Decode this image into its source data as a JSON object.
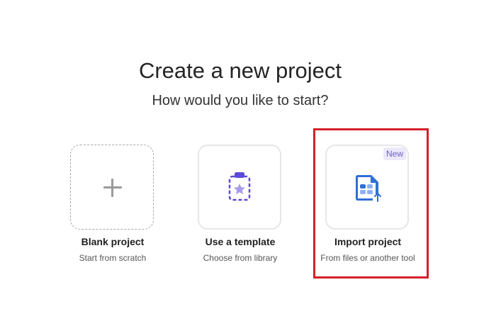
{
  "header": {
    "title": "Create a new project",
    "subtitle": "How would you like to start?"
  },
  "options": [
    {
      "label": "Blank project",
      "description": "Start from scratch",
      "icon": "plus-icon"
    },
    {
      "label": "Use a template",
      "description": "Choose from library",
      "icon": "template-star-icon"
    },
    {
      "label": "Import project",
      "description": "From files or another tool",
      "icon": "import-file-icon",
      "badge": "New"
    }
  ],
  "colors": {
    "accent_purple": "#5b4ad8",
    "accent_blue": "#2f6fd6",
    "highlight_red": "#d3202a",
    "badge_bg": "#ede9fb"
  }
}
